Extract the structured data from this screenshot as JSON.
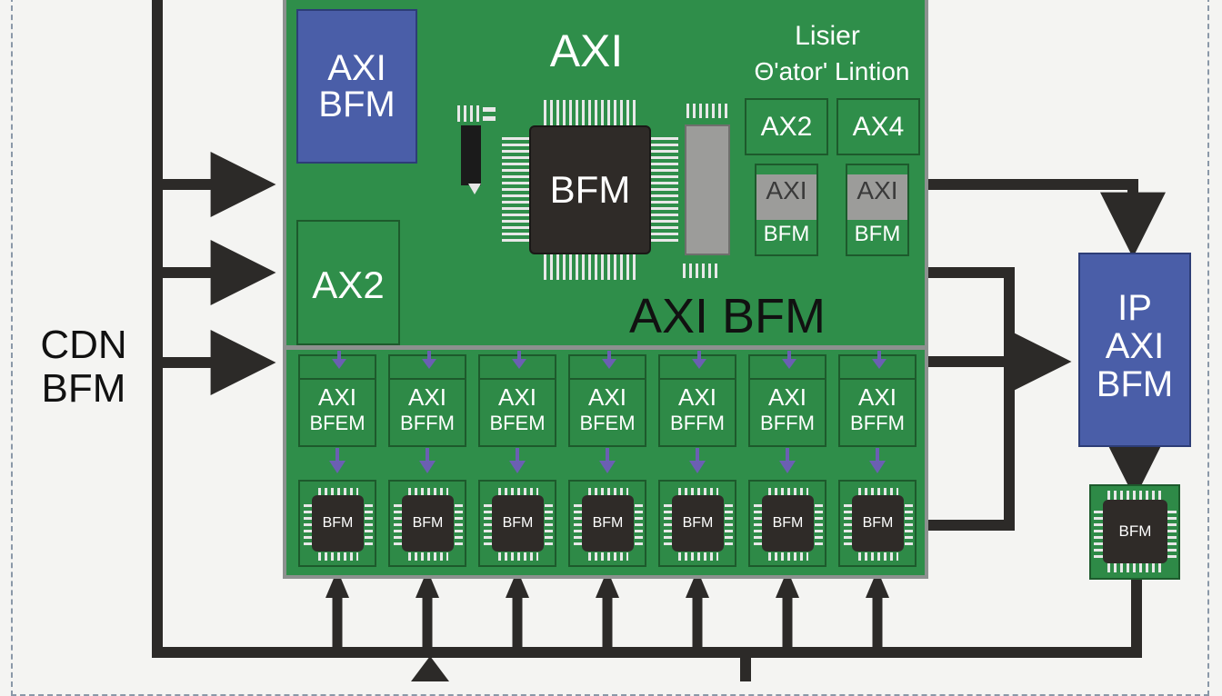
{
  "diagram": {
    "left_label": "CDN\nBFM",
    "board": {
      "title": "AXI",
      "subtitle_line1": "Lisier",
      "subtitle_line2": "Θ'ator' Lintion",
      "center_label": "AXI BFM",
      "axi_bfm_block": "AXI\nBFM",
      "ax2_left_block": "AX2",
      "main_chip_label": "BFM",
      "ax2_small": "AX2",
      "ax4_small": "AX4",
      "axi_bfm_card_1": {
        "top": "AXI",
        "bottom": "BFM"
      },
      "axi_bfm_card_2": {
        "top": "AXI",
        "bottom": "BFM"
      }
    },
    "row_cells": [
      {
        "line1": "AXI",
        "line2": "BFEM",
        "chip": "BFM"
      },
      {
        "line1": "AXI",
        "line2": "BFFM",
        "chip": "BFM"
      },
      {
        "line1": "AXI",
        "line2": "BFEM",
        "chip": "BFM"
      },
      {
        "line1": "AXI",
        "line2": "BFEM",
        "chip": "BFM"
      },
      {
        "line1": "AXI",
        "line2": "BFFM",
        "chip": "BFM"
      },
      {
        "line1": "AXI",
        "line2": "BFFM",
        "chip": "BFM"
      },
      {
        "line1": "AXI",
        "line2": "BFFM",
        "chip": "BFM"
      }
    ],
    "ip_block": "IP\nAXI\nBFM",
    "ip_chip": "BFM",
    "colors": {
      "board_green": "#2f8e4a",
      "block_blue": "#4a5ea8",
      "chip_dark": "#2f2b28",
      "wire": "#2c2a28",
      "small_arrow": "#6b5fb3"
    }
  }
}
